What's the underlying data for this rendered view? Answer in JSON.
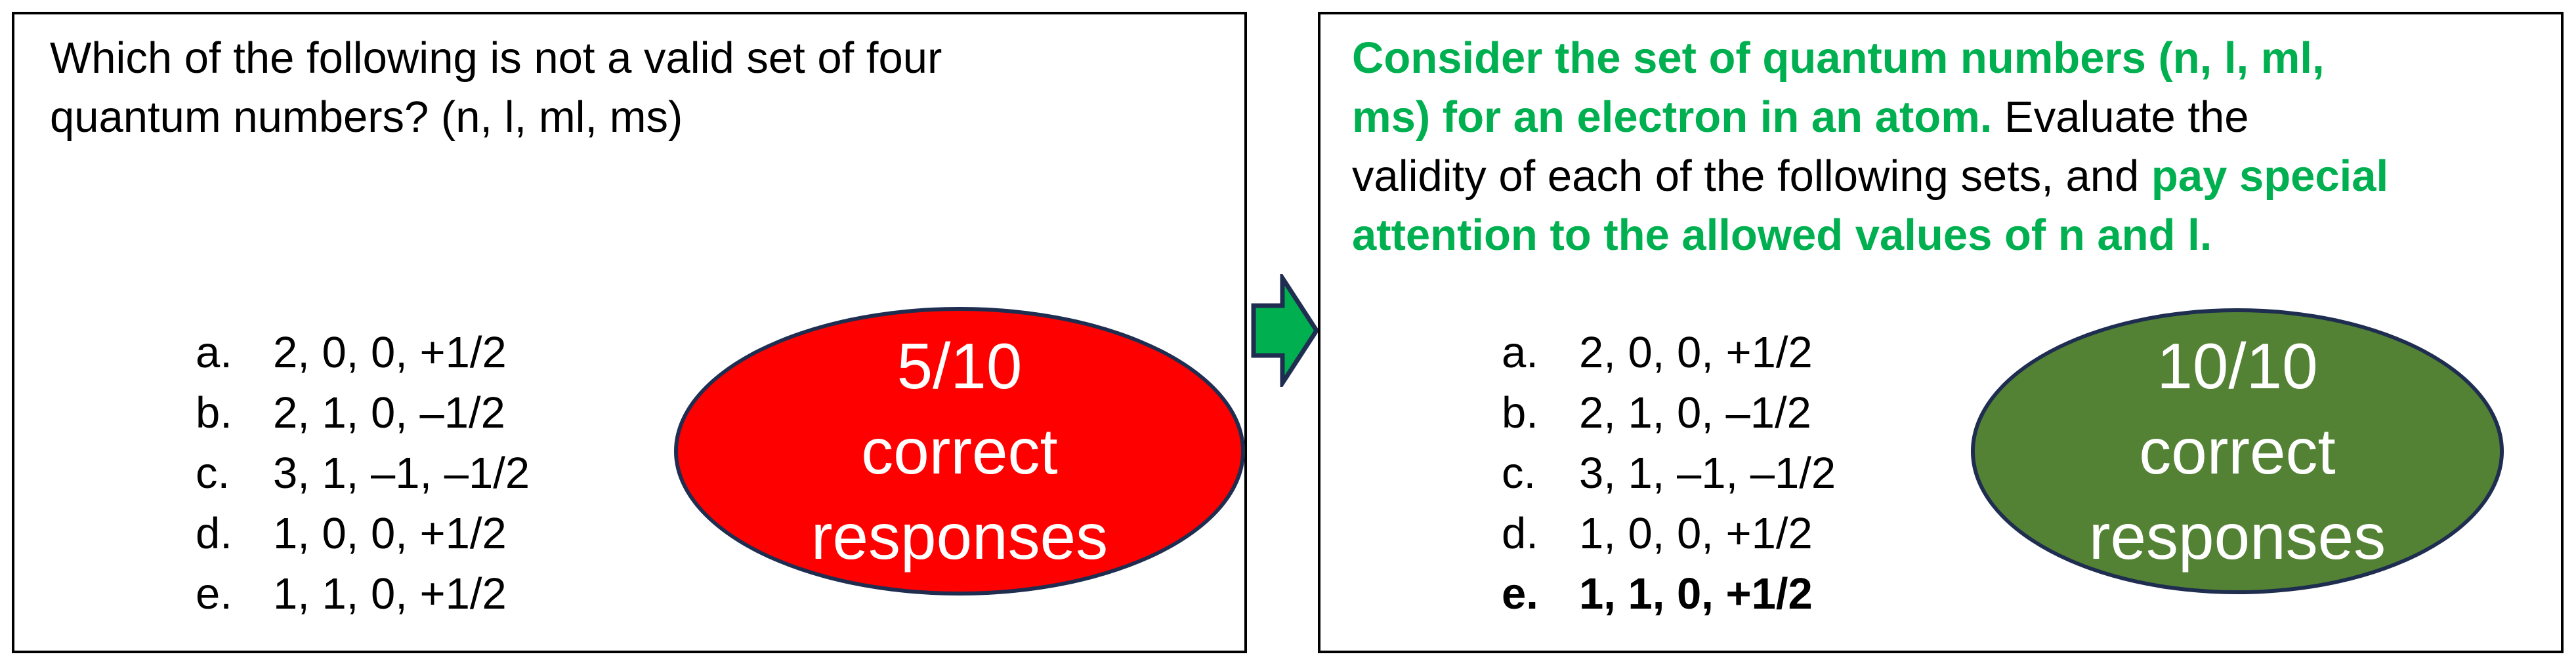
{
  "left_panel": {
    "question_lines": [
      "Which of the following is not a valid set of four",
      "quantum numbers? (n, l, ml, ms)"
    ],
    "options": [
      {
        "letter": "a.",
        "value": "2, 0, 0, +1/2"
      },
      {
        "letter": "b.",
        "value": "2, 1, 0, –1/2"
      },
      {
        "letter": "c.",
        "value": "3, 1, –1, –1/2"
      },
      {
        "letter": "d.",
        "value": "1, 0, 0, +1/2"
      },
      {
        "letter": "e.",
        "value": "1, 1, 0, +1/2"
      }
    ],
    "result": {
      "score": "5/10",
      "line2": "correct",
      "line3": "responses",
      "color": "#ff0000"
    }
  },
  "arrow": {
    "icon": "right-arrow-icon",
    "color": "#00b050"
  },
  "right_panel": {
    "question": {
      "l1": "Consider the set of quantum numbers (n, l, ml,",
      "l2_green": "ms) for an electron in an atom.",
      "l2_black": " Evaluate the",
      "l3_black": "validity of each of the following sets, and ",
      "l3_green": "pay special",
      "l4": "attention to the allowed values of n and l."
    },
    "options": [
      {
        "letter": "a.",
        "value": "2, 0, 0, +1/2"
      },
      {
        "letter": "b.",
        "value": "2, 1, 0, –1/2"
      },
      {
        "letter": "c.",
        "value": "3, 1, –1, –1/2"
      },
      {
        "letter": "d.",
        "value": "1, 0, 0, +1/2"
      },
      {
        "letter": "e.",
        "value": "1, 1, 0, +1/2",
        "bold": true
      }
    ],
    "result": {
      "score": "10/10",
      "line2": "correct",
      "line3": "responses",
      "color": "#548235"
    },
    "highlight_color": "#00b050"
  }
}
